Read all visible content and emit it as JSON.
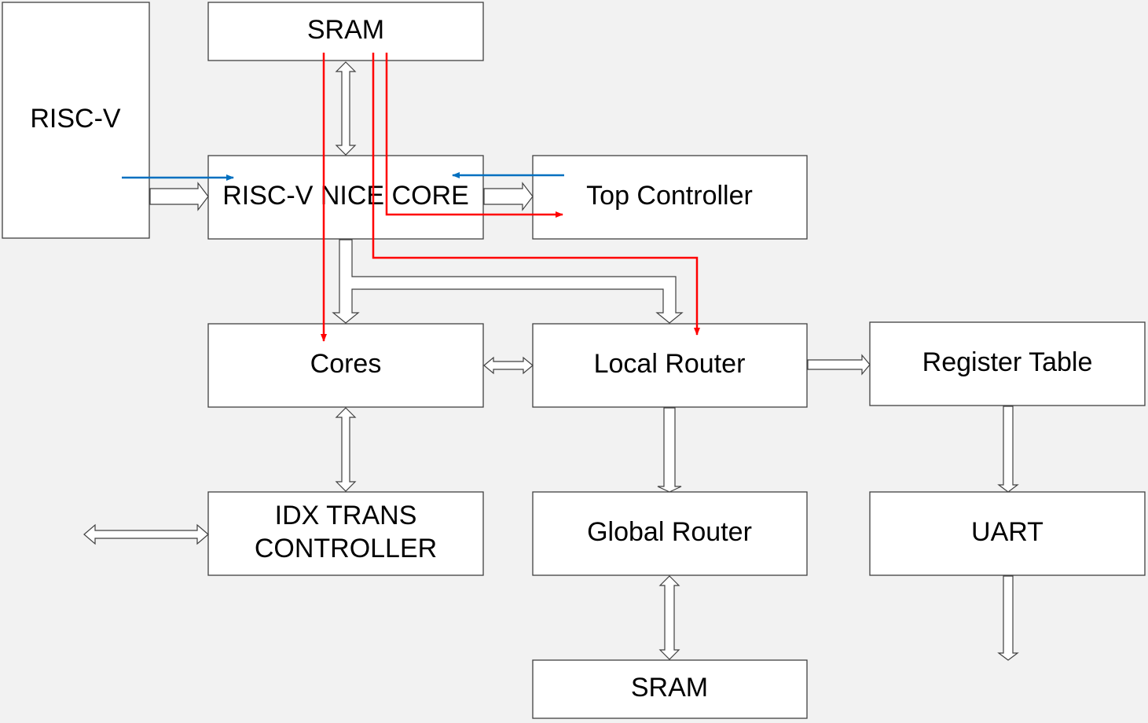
{
  "blocks": {
    "risc_v": "RISC-V",
    "sram_top": "SRAM",
    "nice_core": "RISC-V NICE CORE",
    "top_controller": "Top Controller",
    "cores": "Cores",
    "local_router": "Local Router",
    "register_table": "Register Table",
    "idx_trans_line1": "IDX TRANS",
    "idx_trans_line2": "CONTROLLER",
    "global_router": "Global Router",
    "uart": "UART",
    "sram_bottom": "SRAM"
  },
  "colors": {
    "background": "#f2f2f2",
    "block_fill": "#ffffff",
    "block_border": "#404040",
    "control_path": "#ff0000",
    "instruction_path": "#0070c0"
  }
}
